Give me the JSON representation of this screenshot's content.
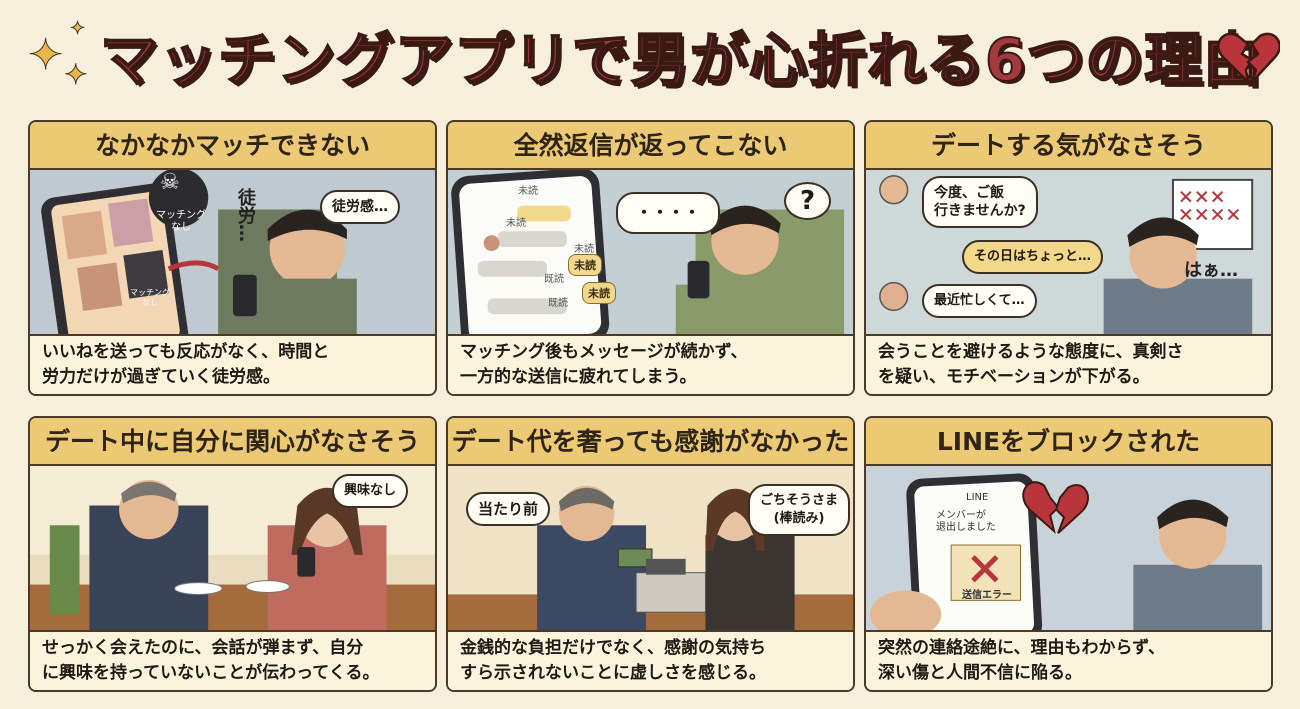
{
  "title": "マッチングアプリで男が心折れる6つの理由",
  "colors": {
    "title": "#a23a3f",
    "header_band": "#ecc975",
    "heart": "#b8353b"
  },
  "icons": {
    "title_left": "sparkle-icon",
    "title_right": "broken-heart-icon"
  },
  "panels": [
    {
      "heading": "なかなかマッチできない",
      "caption_line1": "いいねを送っても反応がなく、時間と",
      "caption_line2": "労力だけが過ぎていく徒労感。",
      "art": {
        "bubble": "徒労感…",
        "skull_badge": "マッチング\nなし",
        "skull_badge_small": "マッチング\nなし",
        "side_text": "徒労…"
      }
    },
    {
      "heading": "全然返信が返ってこない",
      "caption_line1": "マッチング後もメッセージが続かず、",
      "caption_line2": "一方的な送信に疲れてしまう。",
      "art": {
        "phone_header": "未読",
        "bubble_dots": "・・・・",
        "bubble_q": "?",
        "status_unread": "未読",
        "status_read": "既読",
        "chip_unread": "未読"
      }
    },
    {
      "heading": "デートする気がなさそう",
      "caption_line1": "会うことを避けるような態度に、真剣さ",
      "caption_line2": "を疑い、モチベーションが下がる。",
      "art": {
        "msg1": "今度、ご飯\n行きませんか?",
        "msg2": "その日はちょっと…",
        "msg3": "最近忙しくて…",
        "sigh": "はぁ…"
      }
    },
    {
      "heading": "デート中に自分に関心がなさそう",
      "caption_line1": "せっかく会えたのに、会話が弾まず、自分",
      "caption_line2": "に興味を持っていないことが伝わってくる。",
      "art": {
        "bubble": "興味なし"
      }
    },
    {
      "heading": "デート代を奢っても感謝がなかった",
      "caption_line1": "金銭的な負担だけでなく、感謝の気持ち",
      "caption_line2": "すら示されないことに虚しさを感じる。",
      "art": {
        "bubble_left": "当たり前",
        "bubble_right": "ごちそうさま\n(棒読み)"
      }
    },
    {
      "heading": "LINEをブロックされた",
      "caption_line1": "突然の連絡途絶に、理由もわからず、",
      "caption_line2": "深い傷と人間不信に陥る。",
      "art": {
        "phone_header": "LINE",
        "notice": "メンバーが\n退出しました",
        "error": "送信エラー"
      }
    }
  ]
}
